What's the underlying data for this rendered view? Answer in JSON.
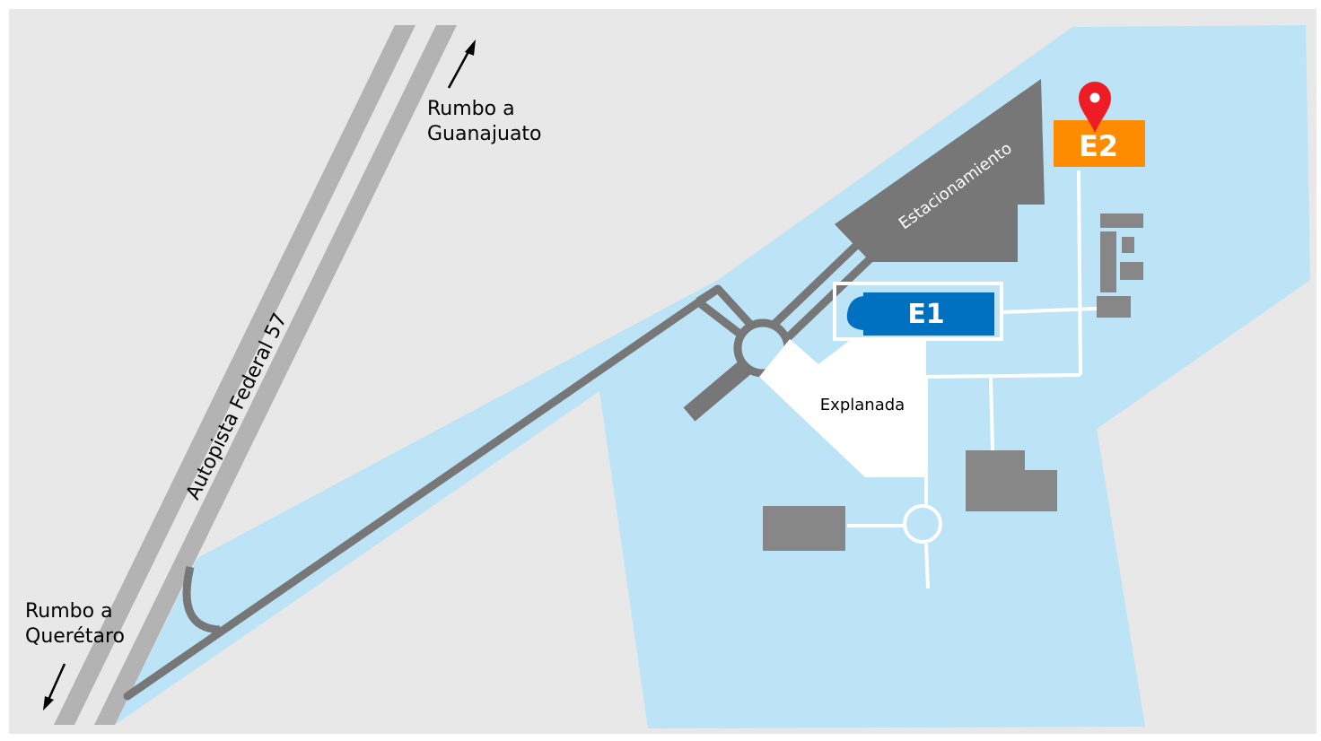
{
  "map": {
    "labels": {
      "north_direction": [
        "Rumbo a",
        "Guanajuato"
      ],
      "south_direction": [
        "Rumbo a",
        "Querétaro"
      ],
      "highway": "Autopista Federal 57",
      "parking": "Estacionamiento",
      "plaza": "Explanada",
      "building_e1": "E1",
      "building_e2": "E2"
    },
    "colors": {
      "background": "#e8e8e8",
      "campus_area": "#bde3f7",
      "roads": "#777777",
      "highway": "#b3b3b3",
      "buildings": "#878787",
      "e1_building": "#0070c0",
      "e2_building": "#ff8c00",
      "marker": "#ee1c25"
    },
    "icons": {
      "marker": "location-pin-icon",
      "north_arrow": "arrow-up-right-icon",
      "south_arrow": "arrow-down-left-icon"
    }
  }
}
